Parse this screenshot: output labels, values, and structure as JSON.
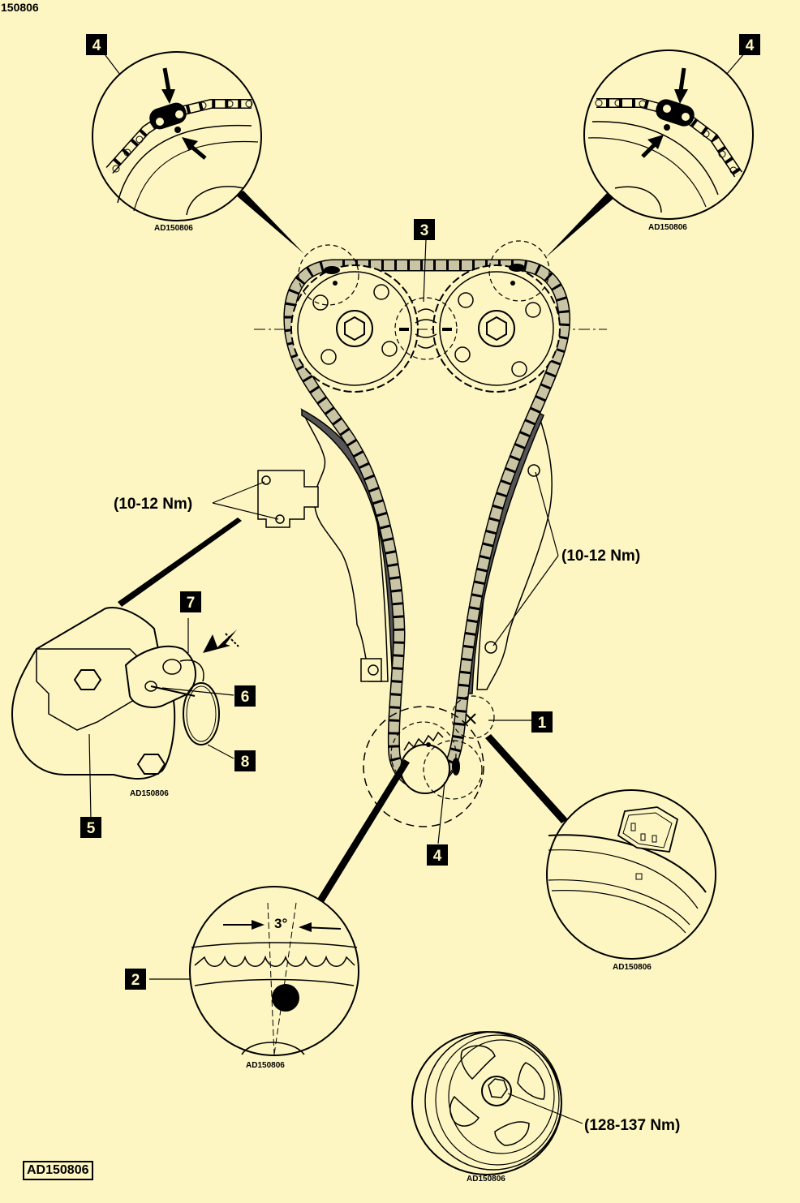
{
  "top_ref": "150806",
  "doc_ref": "AD150806",
  "detail_ref": "AD150806",
  "torque_small": "(10-12 Nm)",
  "torque_pulley": "(128-137 Nm)",
  "angle": "3°",
  "callouts": {
    "one": "1",
    "two": "2",
    "three": "3",
    "four": "4",
    "five": "5",
    "six": "6",
    "seven": "7",
    "eight": "8"
  },
  "colors": {
    "background": "#fdf6c2",
    "chain": "#c9c5a4",
    "guide": "#555555",
    "ink": "#000000"
  }
}
